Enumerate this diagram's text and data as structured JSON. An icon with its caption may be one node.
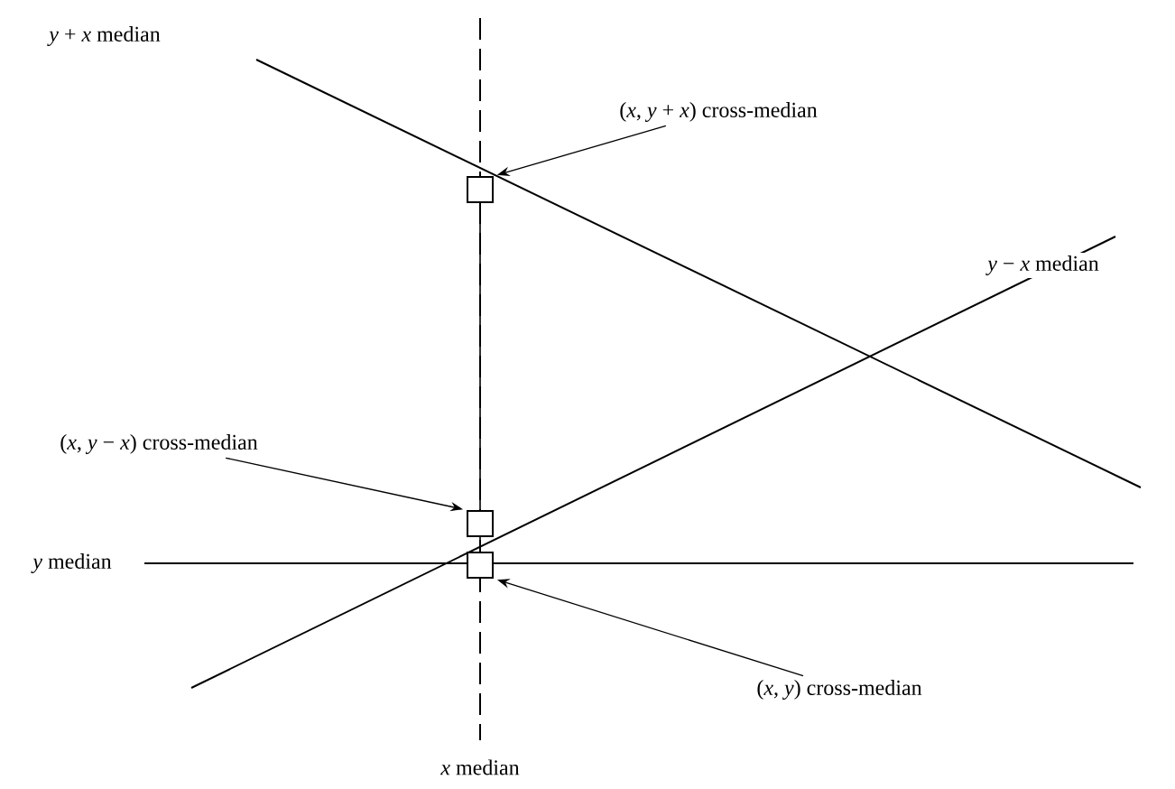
{
  "diagram": {
    "nodes": [
      {
        "text": [
          "(*x*, *y* + *x*) cross-median"
        ]
      },
      {
        "text": [],
        "shape": "box"
      },
      {
        "text": [
          "(*x*, *y* − *x*) cross-median"
        ]
      },
      {
        "text": [],
        "shape": "box"
      },
      {
        "text": [
          "(*x*, *y*) cross-median"
        ]
      },
      {
        "text": [],
        "shape": "box"
      }
    ],
    "edges": [
      {
        "from": 0,
        "to": 1,
        "arrow": "to"
      },
      {
        "from": 2,
        "to": 3,
        "arrow": "to"
      },
      {
        "from": 4,
        "to": 5,
        "arrow": "to"
      }
    ],
    "labels": [
      "*y* + *x* median",
      "*y* − *x* median",
      "*y* median",
      "*x* median"
    ]
  }
}
